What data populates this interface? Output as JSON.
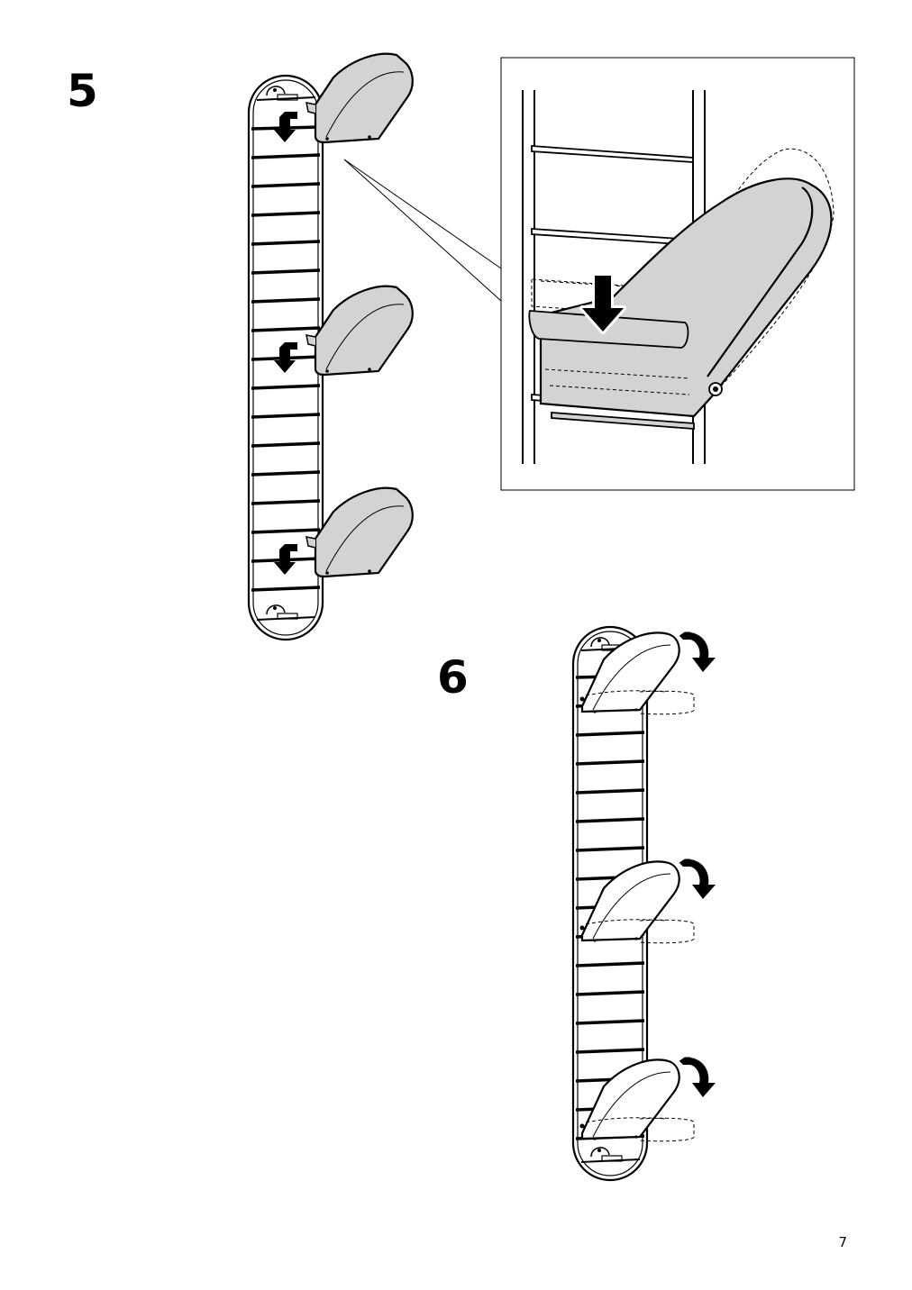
{
  "steps": [
    {
      "number": "5"
    },
    {
      "number": "6"
    }
  ],
  "page_number": "7",
  "colors": {
    "line": "#000000",
    "fill_gray": "#d3d3d3",
    "background": "#ffffff"
  },
  "icons": [
    "down-arrow-icon",
    "rotate-arrow-icon",
    "wall-rack-illustration",
    "shoe-holder-illustration",
    "detail-callout-box"
  ]
}
